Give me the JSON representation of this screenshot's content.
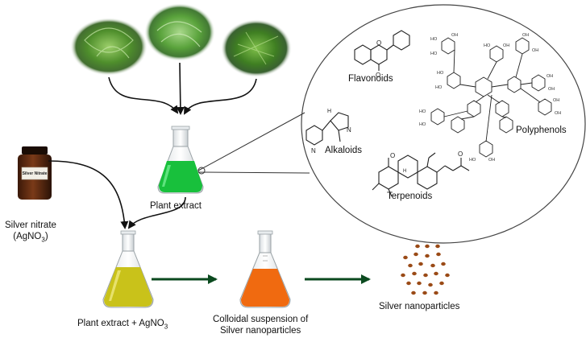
{
  "labels": {
    "plant_extract": "Plant extract",
    "silver_nitrate_line1": "Silver nitrate",
    "silver_nitrate_line2_pre": "(AgNO",
    "silver_nitrate_sub": "3",
    "silver_nitrate_line2_post": ")",
    "mix_pre": "Plant extract + AgNO",
    "mix_sub": "3",
    "colloid_line1": "Colloidal suspension of",
    "colloid_line2": "Silver nanoparticles",
    "nanoparticles": "Silver nanoparticles"
  },
  "bottle_label": "Silver Nitrate",
  "compounds": {
    "flavonoids": "Flavonoids",
    "polyphenols": "Polyphenols",
    "alkaloids": "Alkaloids",
    "terpenoids": "Terpenoids"
  },
  "colors": {
    "arrow_green": "#0b4a1f",
    "extract_green": "#18c03c",
    "mix_yellow": "#c9c21a",
    "colloid_orange": "#f06a10",
    "nanoparticle_brown": "#9a4a16",
    "bottle_brown": "#5a2a12"
  }
}
